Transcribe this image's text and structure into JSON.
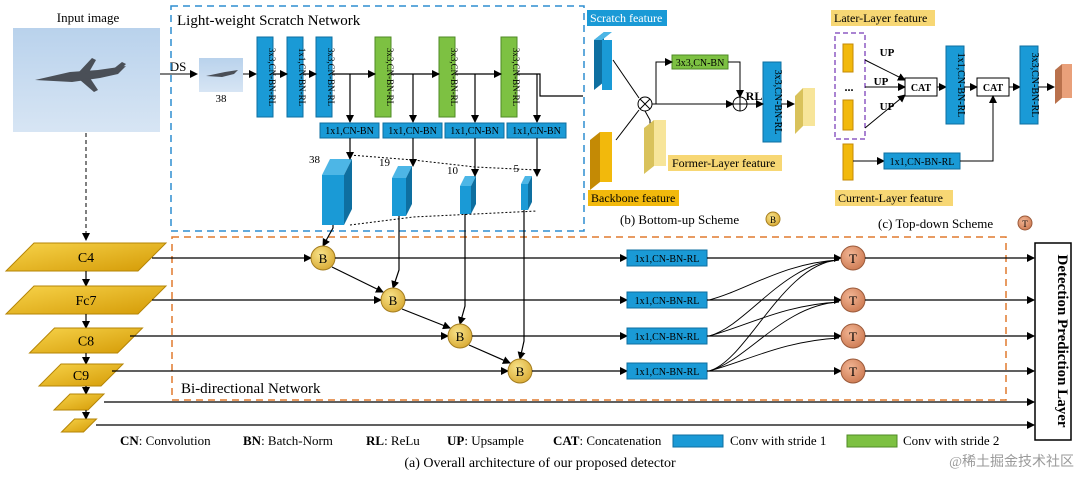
{
  "title": "(a) Overall architecture of our proposed detector",
  "input_label": "Input image",
  "scratch": {
    "title": "Light-weight Scratch Network",
    "ds": "DS",
    "small_size": "38",
    "blocks": [
      "3x3,CN-BN-RL",
      "1x1,CN-BN-RL",
      "3x3,CN-BN-RL",
      "3x3,CN-BN-RL",
      "3x3,CN-BN-RL",
      "3x3,CN-BN-RL"
    ],
    "pointwise": [
      "1x1,CN-BN",
      "1x1,CN-BN",
      "1x1,CN-BN",
      "1x1,CN-BN"
    ],
    "sizes": [
      "38",
      "19",
      "10",
      "5"
    ]
  },
  "backbone": [
    "C4",
    "Fc7",
    "C8",
    "C9"
  ],
  "bidir_label": "Bi-directional Network",
  "b_symbol": "B",
  "t_symbol": "T",
  "lateral_blocks": [
    "1x1,CN-BN-RL",
    "1x1,CN-BN-RL",
    "1x1,CN-BN-RL",
    "1x1,CN-BN-RL"
  ],
  "detection_label": "Detection Prediction Layer",
  "bottom_up": {
    "scratch_feature": "Scratch feature",
    "backbone_feature": "Backbone feature",
    "former_feature": "Former-Layer feature",
    "conv_label": "3x3,CN-BN",
    "side_conv": "3x3,CN-BN-RL",
    "rl": "RL",
    "caption": "(b) Bottom-up Scheme"
  },
  "top_down": {
    "later_feature": "Later-Layer feature",
    "current_feature": "Current-Layer feature",
    "up": "UP",
    "dots": "...",
    "cat": "CAT",
    "conv_a": "1x1,CN-BN-RL",
    "conv_b": "3x3,CN-BN-RL",
    "lateral": "1x1,CN-BN-RL",
    "caption": "(c) Top-down Scheme"
  },
  "legend": [
    {
      "abbr": "CN",
      "text": ": Convolution"
    },
    {
      "abbr": "BN",
      "text": ": Batch-Norm"
    },
    {
      "abbr": "RL",
      "text": ": ReLu"
    },
    {
      "abbr": "UP",
      "text": ": Upsample"
    },
    {
      "abbr": "CAT",
      "text": ": Concatenation"
    }
  ],
  "legend_conv1": "Conv with stride 1",
  "legend_conv2": "Conv with stride 2",
  "watermark": "@稀土掘金技术社区",
  "colors": {
    "blue": "#1a9ad6",
    "green": "#7dc142",
    "gold": "#f2b90c",
    "orange": "#e07a2e",
    "dashblue": "#2f8ed0",
    "purple": "#8e5bc4"
  }
}
